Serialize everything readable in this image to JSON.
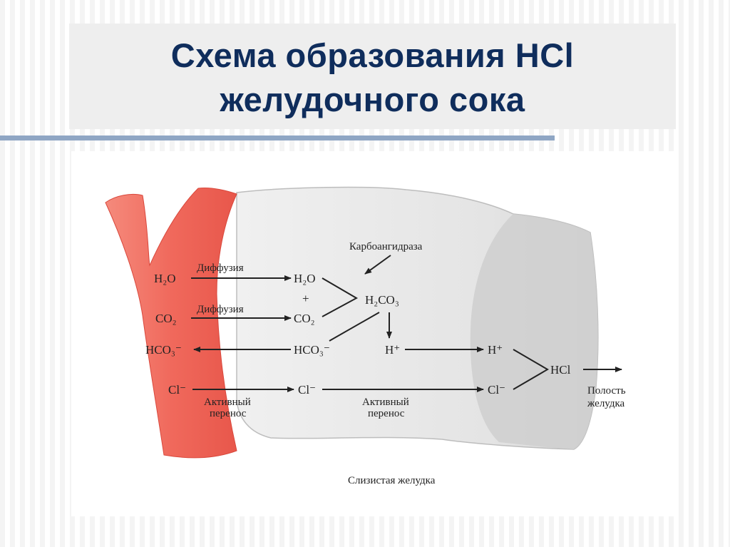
{
  "title": {
    "line1": "Схема образования HCl",
    "line2": "желудочного сока"
  },
  "diagram": {
    "enzyme": "Карбоангидраза",
    "diffusion_1": "Диффузия",
    "diffusion_2": "Диффузия",
    "h2o_blood": "H₂O",
    "co2_blood": "CO₂",
    "hco3_blood": "HCO₃⁻",
    "cl_blood": "Cl⁻",
    "h2o_cell": "H₂O",
    "plus": "+",
    "co2_cell": "CO₂",
    "hco3_cell": "HCO₃⁻",
    "cl_cell": "Cl⁻",
    "h2co3": "H₂CO₃",
    "h_cell": "H⁺",
    "h_apical": "H⁺",
    "cl_apical": "Cl⁻",
    "hcl": "HCl",
    "active_1_l1": "Активный",
    "active_1_l2": "перенос",
    "active_2_l1": "Активный",
    "active_2_l2": "перенос",
    "lumen_l1": "Полость",
    "lumen_l2": "желудка",
    "mucosa": "Слизистая желудка"
  },
  "colors": {
    "title": "#0f2d5c",
    "rule": "#8fa6c4",
    "vessel": "#f0695c",
    "cell": "#e6e6e6",
    "cell_shadow": "#c9c9c9"
  }
}
